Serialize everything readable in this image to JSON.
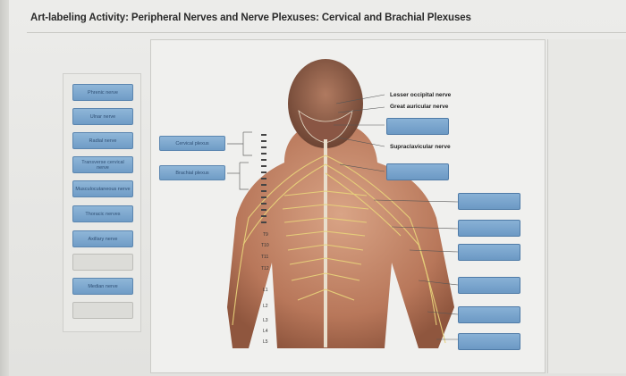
{
  "title": "Art-labeling Activity: Peripheral Nerves and Nerve Plexuses: Cervical and Brachial Plexuses",
  "bank": {
    "labels": [
      "Phrenic nerve",
      "Ulnar nerve",
      "Radial nerve",
      "Transverse cervical nerve",
      "Musculocutaneous nerve",
      "Thoracic nerves",
      "Axillary nerve",
      "",
      "Median nerve",
      ""
    ]
  },
  "placed": {
    "cervical": "Cervical plexus",
    "brachial": "Brachial plexus"
  },
  "figure_labels": {
    "lesser_occipital": "Lesser occipital nerve",
    "great_auricular": "Great auricular nerve",
    "supraclavicular": "Supraclavicular nerve"
  },
  "vertebrae": {
    "t9": "T9",
    "t10": "T10",
    "t11": "T11",
    "t12": "T12",
    "l1": "L1",
    "l2": "L2",
    "l3": "L3",
    "l4": "L4",
    "l5": "L5"
  },
  "colors": {
    "label_blue": "#7aa6cf",
    "skin": "#c98a6a",
    "nerve_yellow": "#e8d27a"
  }
}
